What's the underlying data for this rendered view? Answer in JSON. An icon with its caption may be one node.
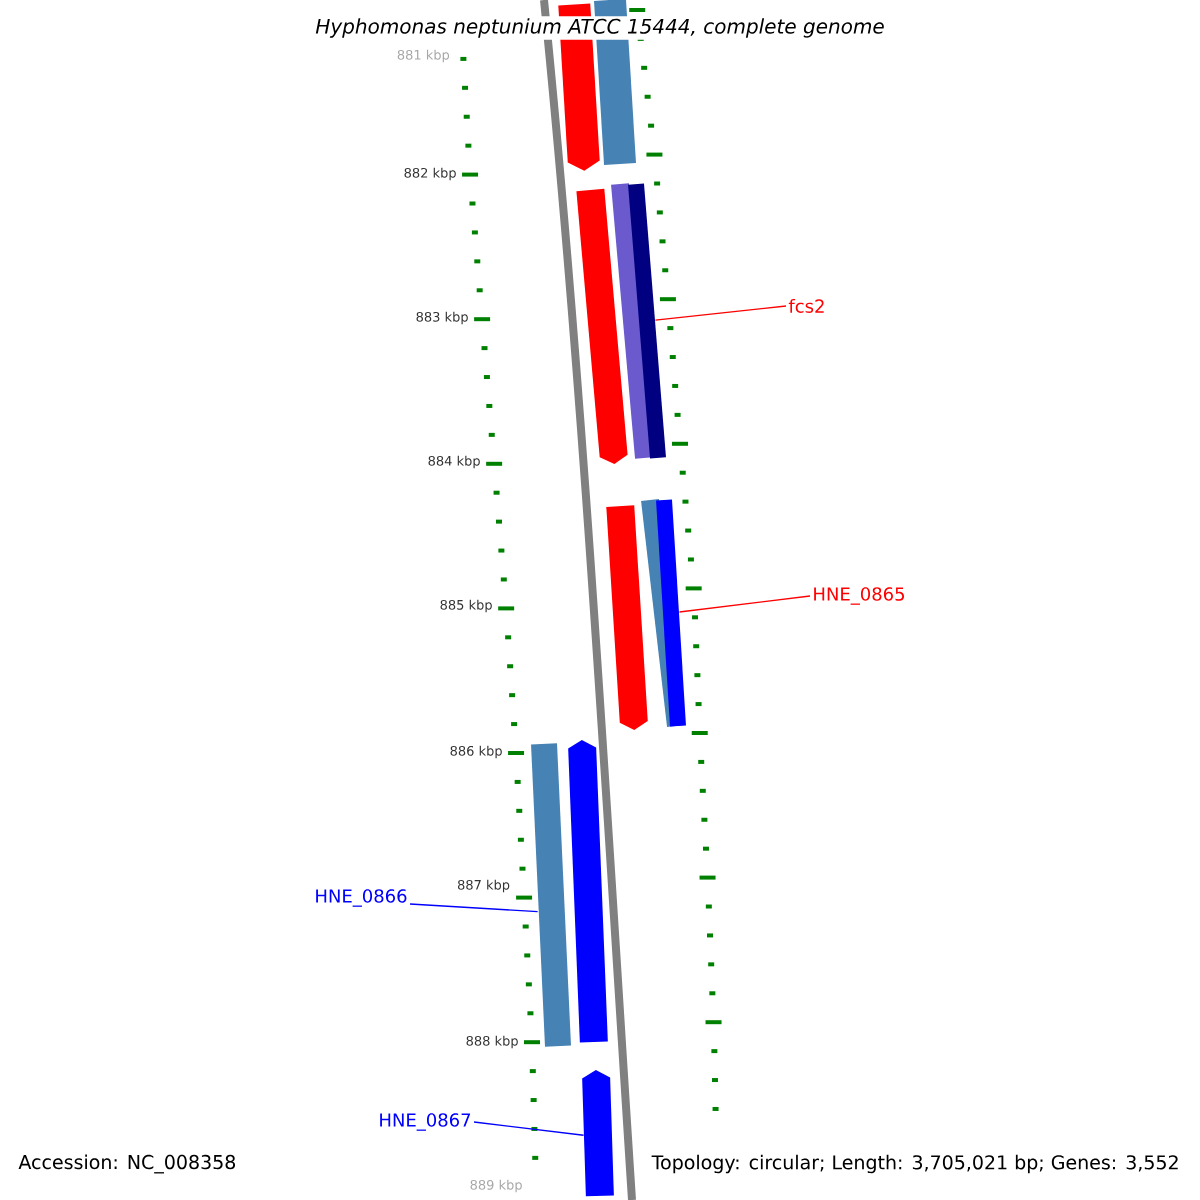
{
  "diagram": {
    "title": "Hyphomonas neptunium ATCC 15444, complete genome",
    "nodes": [
      {
        "text": [
          "fcs2"
        ]
      },
      {
        "text": [],
        "shape": "bar"
      },
      {
        "text": [
          "HNE_0865"
        ]
      },
      {
        "text": [],
        "shape": "bar"
      },
      {
        "text": [
          "HNE_0866"
        ]
      },
      {
        "text": [],
        "shape": "bar"
      },
      {
        "text": [
          "HNE_0867"
        ]
      },
      {
        "text": [],
        "shape": "bar"
      }
    ],
    "edges": [
      {
        "from": 0,
        "to": 1,
        "arrow": "none",
        "color": "#ff0000"
      },
      {
        "from": 2,
        "to": 3,
        "arrow": "none",
        "color": "#ff0000"
      },
      {
        "from": 4,
        "to": 5,
        "arrow": "none",
        "color": "#0000ff"
      },
      {
        "from": 6,
        "to": 7,
        "arrow": "none",
        "color": "#0000ff"
      }
    ],
    "labels": [
      "881 kbp",
      "882 kbp",
      "883 kbp",
      "884 kbp",
      "885 kbp",
      "886 kbp",
      "887 kbp",
      "888 kbp",
      "889 kbp",
      "Accession: NC_008358",
      "Topology: circular; Length: 3,705,021 bp; Genes: 3,552"
    ]
  }
}
